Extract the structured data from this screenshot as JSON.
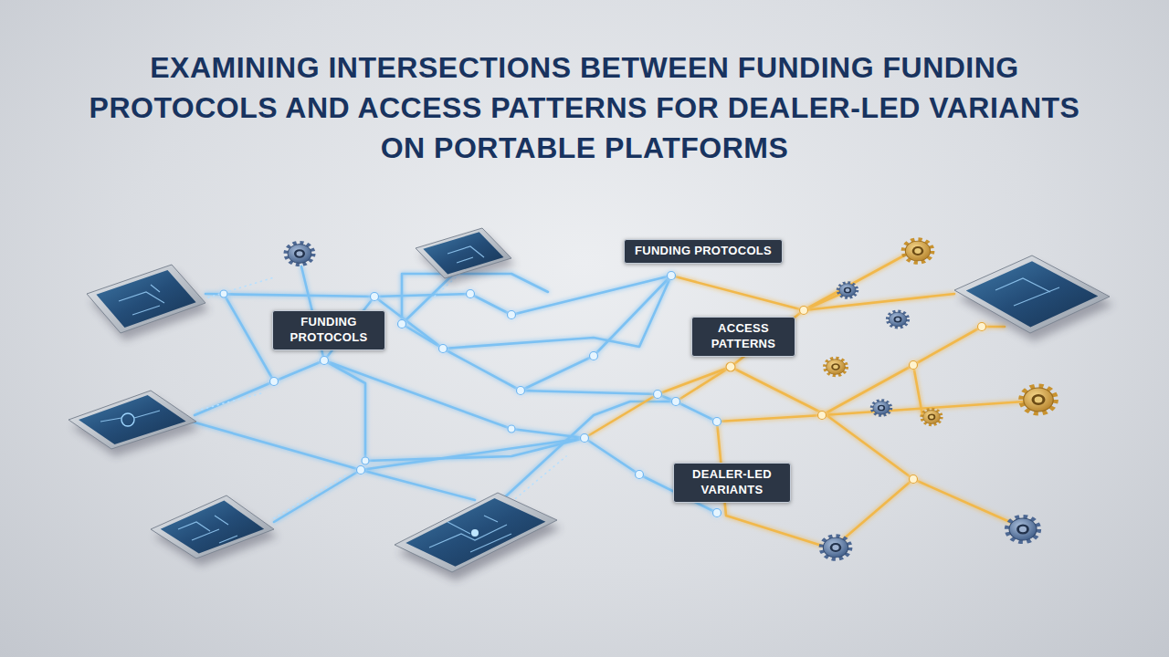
{
  "diagram": {
    "title": "EXAMINING INTERSECTIONS BETWEEN FUNDING FUNDING PROTOCOLS AND ACCESS PATTERNS FOR DEALER-LED VARIANTS ON PORTABLE PLATFORMS",
    "nodes": [
      {
        "text": [
          "FUNDING PROTOCOLS"
        ]
      },
      {
        "text": [
          "FUNDING PROTOCOLS"
        ]
      },
      {
        "text": [
          "ACCESS PATTERNS"
        ]
      },
      {
        "text": [
          "DEALER-LED VARIANTS"
        ]
      }
    ]
  }
}
